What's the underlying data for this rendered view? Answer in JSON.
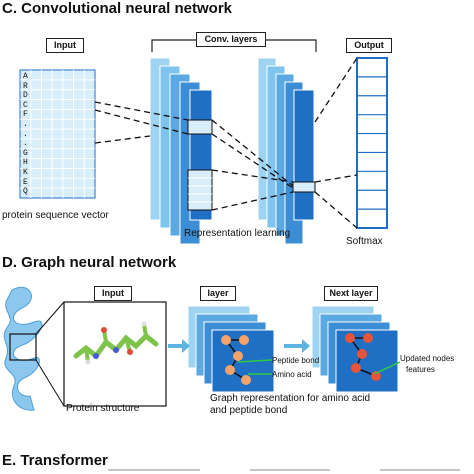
{
  "sections": {
    "cnn_title": "C. Convolutional neural network",
    "gnn_title": "D. Graph neural network",
    "transformer_title": "E. Transformer"
  },
  "cnn": {
    "input_label": "Input",
    "conv_label": "Conv. layers",
    "output_label": "Output",
    "sequence_chars": [
      "A",
      "R",
      "D",
      "C",
      "F",
      ".",
      ".",
      ".",
      "G",
      "H",
      "K",
      "E",
      "Q"
    ],
    "sequence_caption": "protein sequence vector",
    "representation_caption": "Representation learning",
    "softmax_caption": "Softmax"
  },
  "gnn": {
    "input_label": "Input",
    "layer_label": "layer",
    "next_layer_label": "Next layer",
    "structure_caption": "Protein structure",
    "peptide_bond_label": "Peptide bond",
    "amino_acid_label": "Amino acid",
    "updated_nodes_label_line1": "Updated nodes",
    "updated_nodes_label_line2": "features",
    "graph_caption_line1": "Graph representation for amino acid",
    "graph_caption_line2": "and peptide bond"
  },
  "colors": {
    "dark_blue": "#1f6fc4",
    "light_blue": "#7fc3ef",
    "pale_blue": "#d9eefb",
    "node_orange": "#f4a36a",
    "arrow_blue": "#5bb5e0",
    "annotation_green": "#2ecc40"
  }
}
